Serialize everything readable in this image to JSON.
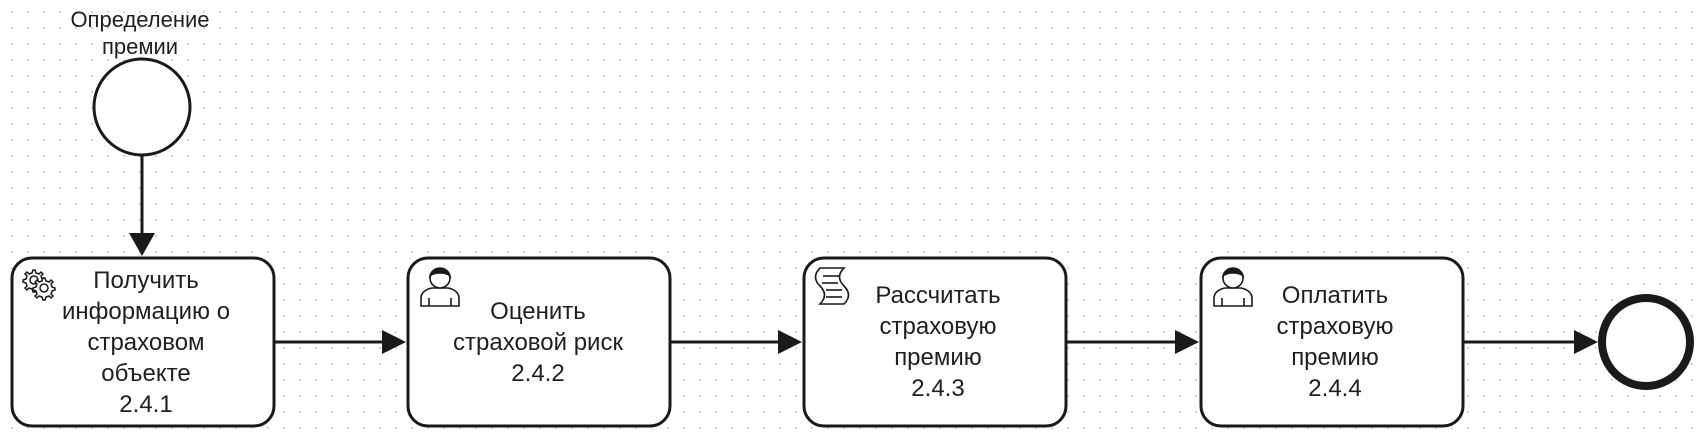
{
  "diagram": {
    "start_event": {
      "label": "Определение\nпремии"
    },
    "tasks": [
      {
        "kind": "service",
        "icon": "gear-icon",
        "label": "Получить\nинформацию о\nстраховом\nобъекте\n2.4.1"
      },
      {
        "kind": "user",
        "icon": "user-icon",
        "label": "Оценить\nстраховой риск\n2.4.2"
      },
      {
        "kind": "script",
        "icon": "script-icon",
        "label": "Рассчитать\nстраховую\nпремию\n2.4.3"
      },
      {
        "kind": "user",
        "icon": "user-icon",
        "label": "Оплатить\nстраховую\nпремию\n2.4.4"
      }
    ],
    "end_event": {}
  },
  "colors": {
    "stroke": "#1a1a1a",
    "fill": "#ffffff",
    "text": "#1f1f1f",
    "grid_dot": "#d4d4d4"
  }
}
